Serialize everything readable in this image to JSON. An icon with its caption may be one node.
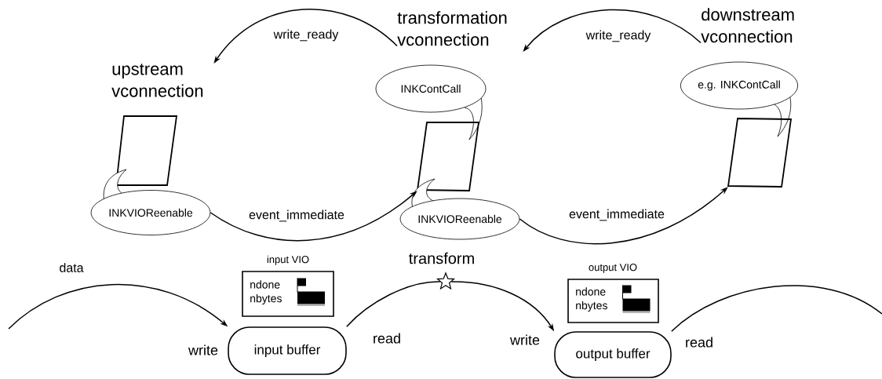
{
  "diagram": {
    "nodes": [
      {
        "text": [
          "upstream vconnection"
        ]
      },
      {
        "text": [
          "transformation vconnection"
        ]
      },
      {
        "text": [
          "downstream vconnection"
        ]
      },
      {
        "text": [
          "INKContCall"
        ]
      },
      {
        "text": [
          "e.g. INKContCall"
        ]
      },
      {
        "text": [],
        "shape": "parallelogram"
      },
      {
        "text": [],
        "shape": "parallelogram"
      },
      {
        "text": [],
        "shape": "parallelogram"
      },
      {
        "text": [
          "INKVIOReenable"
        ]
      },
      {
        "text": [
          "INKVIOReenable"
        ]
      },
      {
        "text": [
          "input VIO",
          "ndone",
          "nbytes"
        ]
      },
      {
        "text": [
          "input buffer"
        ],
        "beside": [
          "write",
          "read"
        ]
      },
      {
        "text": [],
        "shape": "star",
        "beside": [
          "transform"
        ]
      },
      {
        "text": [
          "output VIO",
          "ndone",
          "nbytes"
        ]
      },
      {
        "text": [
          "output buffer"
        ],
        "beside": [
          "write",
          "read"
        ]
      }
    ],
    "edges": [
      {
        "from": 1,
        "to": 0,
        "arrow": "to",
        "label": "write_ready"
      },
      {
        "from": 2,
        "to": 1,
        "arrow": "to",
        "label": "write_ready"
      },
      {
        "from": 8,
        "to": 6,
        "arrow": "to",
        "label": "event_immediate"
      },
      {
        "from": 9,
        "to": 7,
        "arrow": "to",
        "label": "event_immediate"
      },
      {
        "from": null,
        "to": 11,
        "arrow": "to",
        "label": "data"
      },
      {
        "from": 11,
        "to": 12,
        "arrow": "none"
      },
      {
        "from": 12,
        "to": 14,
        "arrow": "to"
      },
      {
        "from": 14,
        "to": null,
        "arrow": "none"
      }
    ]
  }
}
